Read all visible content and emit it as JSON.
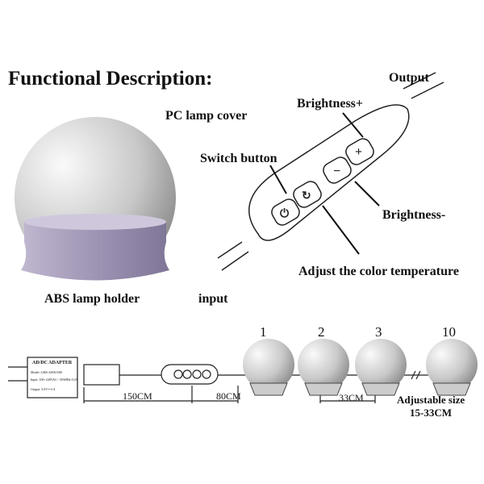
{
  "title": "Functional Description:",
  "labels": {
    "output": "Output",
    "pc_cover": "PC lamp cover",
    "brightness_plus": "Brightness+",
    "switch_button": "Switch button",
    "brightness_minus": "Brightness-",
    "adjust_color": "Adjust the color temperature",
    "abs_holder": "ABS lamp holder",
    "input": "input"
  },
  "adapter": {
    "title": "AD/DC ADAPTER",
    "model": "Model: LMS-A0501500",
    "input": "Input: 100~240VAC~ 50/60Hz 0.4A",
    "output": "Output: 5.0V==1A"
  },
  "bulb_numbers": [
    "1",
    "2",
    "3",
    "10"
  ],
  "dimensions": {
    "usb_to_switch": "150CM",
    "switch_to_bulb": "80CM",
    "bulb_spacing": "33CM"
  },
  "adjustable": {
    "line1": "Adjustable size",
    "line2": "15-33CM"
  }
}
